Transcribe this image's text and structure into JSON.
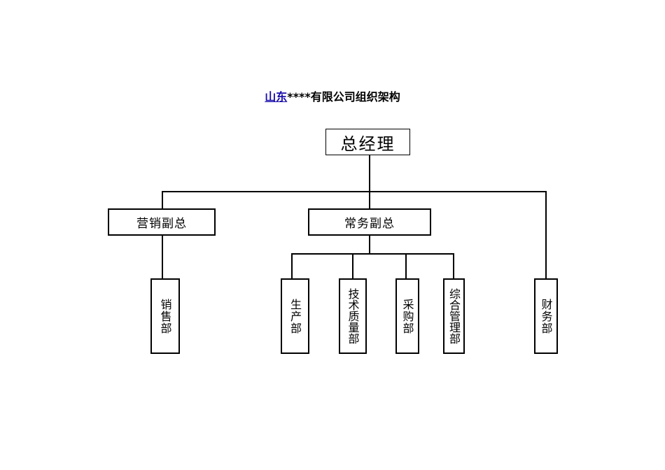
{
  "title": {
    "link_text": "山东",
    "rest_text": "****有限公司组织架构"
  },
  "org": {
    "ceo": "总经理",
    "marketing_vp": "营销副总",
    "executive_vp": "常务副总",
    "departments": {
      "sales": "销售部",
      "production": "生产部",
      "tech_quality": "技术质量部",
      "procurement": "采购部",
      "admin": "综合管理部",
      "finance": "财务部"
    }
  }
}
